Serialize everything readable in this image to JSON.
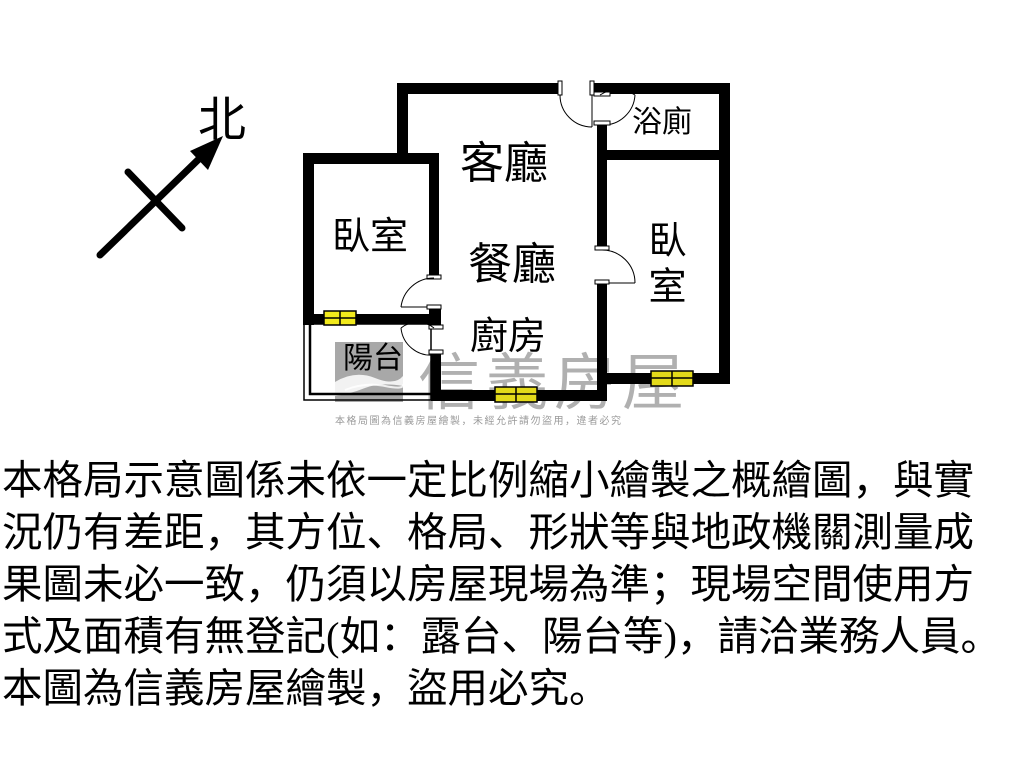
{
  "compass": {
    "label": "北",
    "icon": "north-arrow-icon"
  },
  "floorplan": {
    "rooms": {
      "living_room": "客廳",
      "dining_room": "餐廳",
      "kitchen": "廚房",
      "bathroom": "浴廁",
      "bedroom_left": "臥室",
      "bedroom_right": "臥室",
      "balcony": "陽台"
    },
    "window_color": "#f2ea1c",
    "wall_color": "#000000"
  },
  "watermark": {
    "brand": "信義房屋",
    "copyright_notice": "本格局圖為信義房屋繪製，未經允許請勿盜用，違者必究"
  },
  "disclaimer": {
    "lines": [
      "本格局示意圖係未依一定比例縮小繪製之概繪圖，與實",
      "況仍有差距，其方位、格局、形狀等與地政機關測量成",
      "果圖未必一致，仍須以房屋現場為準；現場空間使用方",
      "式及面積有無登記(如：露台、陽台等)，請洽業務人員。",
      "本圖為信義房屋繪製，盜用必究。"
    ]
  }
}
